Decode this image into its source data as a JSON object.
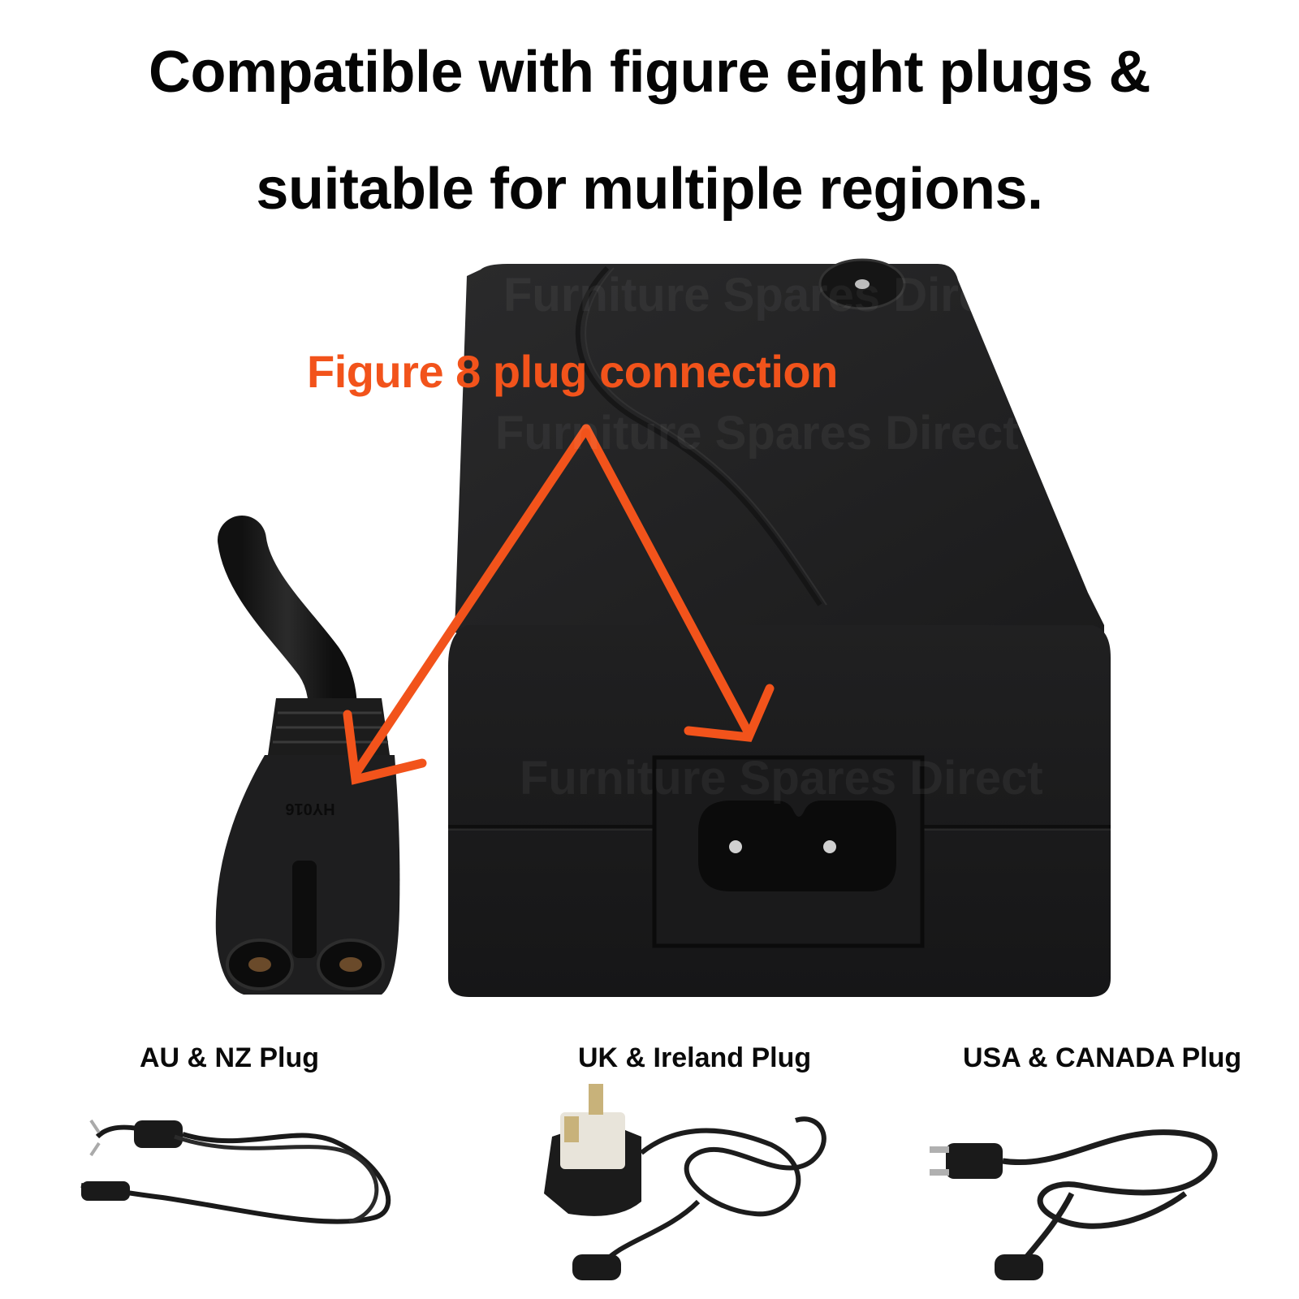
{
  "headline": {
    "line1": "Compatible with figure eight plugs &",
    "line2": "suitable for multiple regions."
  },
  "callout": {
    "text": "Figure 8 plug connection",
    "color": "#f2531b"
  },
  "connector": {
    "model_text": "HY016"
  },
  "watermark": {
    "text": "Furniture Spares Direct"
  },
  "plugs": [
    {
      "label": "AU & NZ Plug"
    },
    {
      "label": "UK & Ireland Plug"
    },
    {
      "label": "USA & CANADA Plug"
    }
  ],
  "colors": {
    "adapter_body": "#1f1f20",
    "accent_arrow": "#f2531b",
    "text": "#050505"
  }
}
